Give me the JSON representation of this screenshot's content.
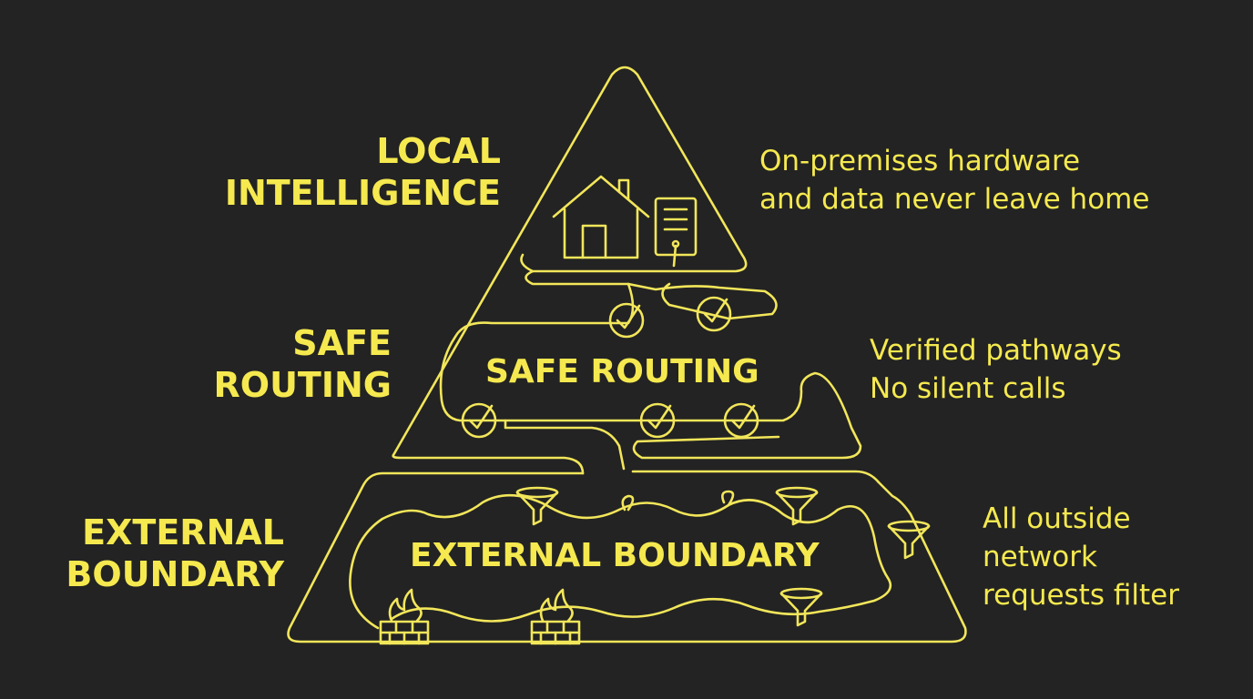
{
  "colors": {
    "background": "#232323",
    "accent": "#f2e65a"
  },
  "tiers": [
    {
      "label_lines": [
        "LOCAL",
        "INTELLIGENCE"
      ],
      "inner_label": "",
      "description_lines": [
        "On-premises hardware",
        "and data never leave home"
      ]
    },
    {
      "label_lines": [
        "SAFE",
        "ROUTING"
      ],
      "inner_label": "SAFE ROUTING",
      "description_lines": [
        "Verified pathways",
        "No silent calls"
      ]
    },
    {
      "label_lines": [
        "EXTERNAL",
        "BOUNDARY"
      ],
      "inner_label": "EXTERNAL BOUNDARY",
      "description_lines": [
        "All outside",
        "network",
        "requests filter"
      ]
    }
  ],
  "icons": [
    "house-icon",
    "server-icon",
    "checkmark-icon",
    "funnel-filter-icon",
    "firewall-icon"
  ]
}
